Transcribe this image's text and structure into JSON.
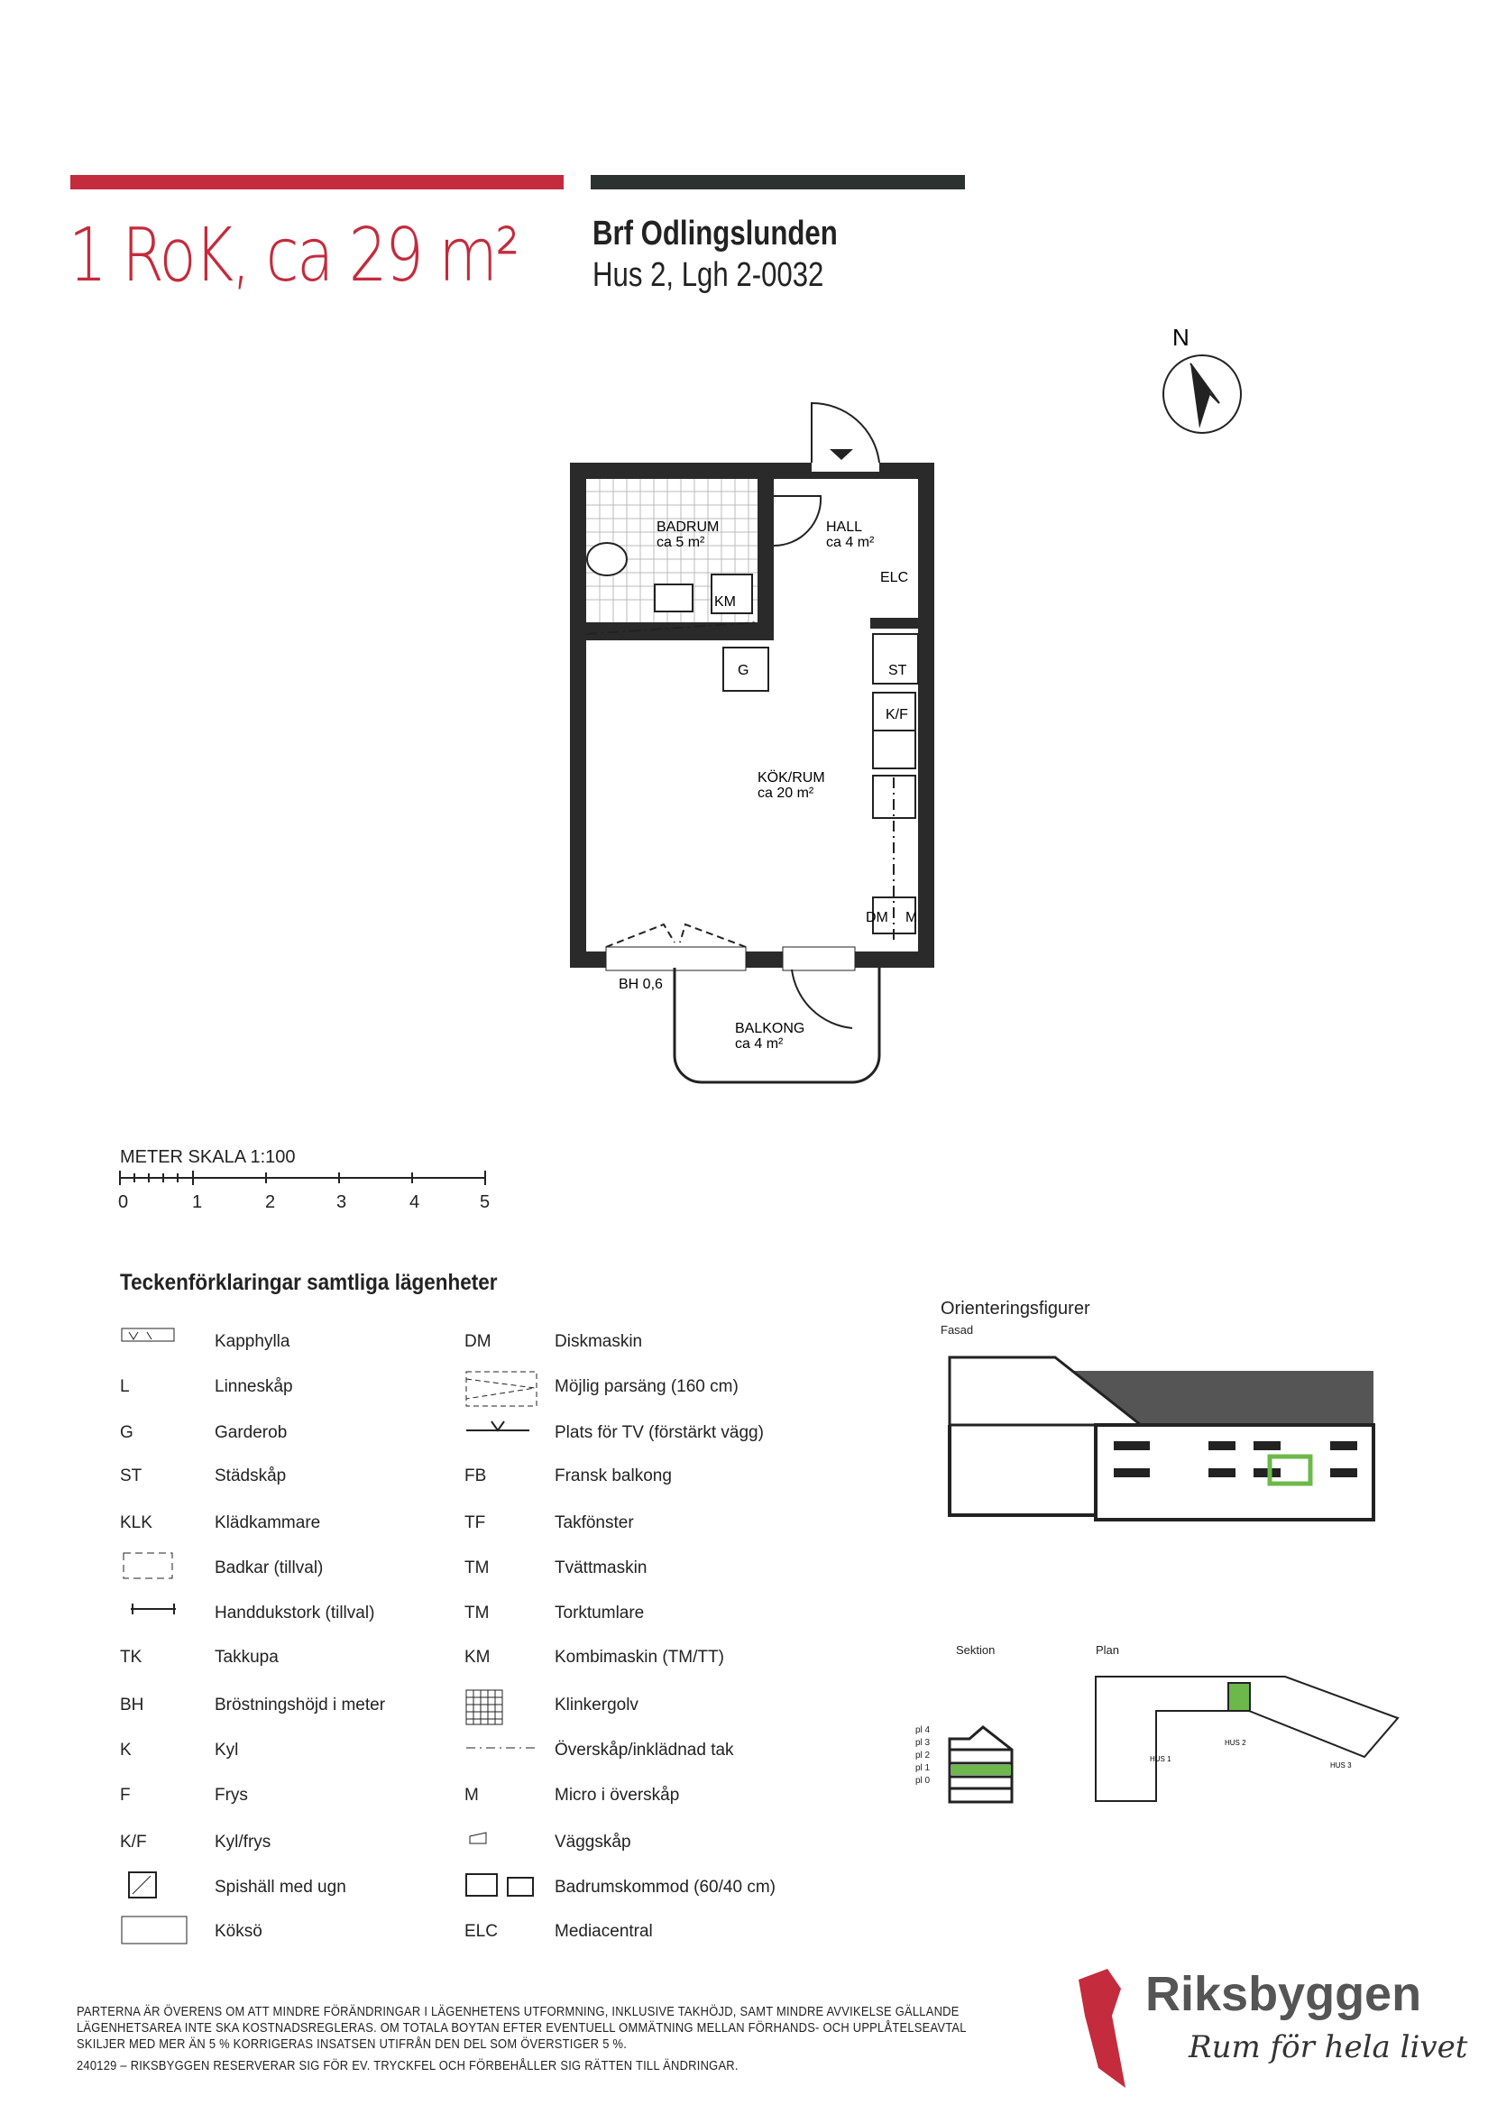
{
  "header": {
    "title": "1 RoK, ca 29 m²",
    "association": "Brf Odlingslunden",
    "unit": "Hus 2, Lgh 2-0032",
    "accent_color": "#c42b3c",
    "dark_color": "#2c3230"
  },
  "compass": {
    "label": "N"
  },
  "plan": {
    "rooms": [
      {
        "name": "BADRUM",
        "area": "ca 5 m²"
      },
      {
        "name": "HALL",
        "area": "ca 4 m²"
      },
      {
        "name": "KÖK/RUM",
        "area": "ca 20 m²"
      },
      {
        "name": "BALKONG",
        "area": "ca 4 m²"
      }
    ],
    "labels": {
      "km": "KM",
      "elc": "ELC",
      "g": "G",
      "st": "ST",
      "kf": "K/F",
      "dm": "DM",
      "m": "M",
      "bh": "BH 0,6"
    }
  },
  "scale": {
    "label": "METER  SKALA 1:100",
    "ticks": [
      "0",
      "1",
      "2",
      "3",
      "4",
      "5"
    ]
  },
  "legend": {
    "title": "Teckenförklaringar samtliga lägenheter",
    "left": [
      {
        "code": "",
        "icon": "kapphylla-icon",
        "label": "Kapphylla"
      },
      {
        "code": "L",
        "label": "Linneskåp"
      },
      {
        "code": "G",
        "label": "Garderob"
      },
      {
        "code": "ST",
        "label": "Städskåp"
      },
      {
        "code": "KLK",
        "label": "Klädkammare"
      },
      {
        "code": "",
        "icon": "badkar-icon",
        "label": "Badkar (tillval)"
      },
      {
        "code": "",
        "icon": "handdukstork-icon",
        "label": "Handdukstork (tillval)"
      },
      {
        "code": "TK",
        "label": "Takkupa"
      },
      {
        "code": "BH",
        "label": "Bröstningshöjd i meter"
      },
      {
        "code": "K",
        "label": "Kyl"
      },
      {
        "code": "F",
        "label": "Frys"
      },
      {
        "code": "K/F",
        "label": "Kyl/frys"
      },
      {
        "code": "",
        "icon": "spishall-icon",
        "label": "Spishäll med ugn"
      },
      {
        "code": "",
        "icon": "kokso-icon",
        "label": "Köksö"
      }
    ],
    "right": [
      {
        "code": "DM",
        "label": "Diskmaskin"
      },
      {
        "code": "",
        "icon": "parsang-icon",
        "label": "Möjlig parsäng (160 cm)"
      },
      {
        "code": "",
        "icon": "tv-icon",
        "label": "Plats för TV (förstärkt vägg)"
      },
      {
        "code": "FB",
        "label": "Fransk balkong"
      },
      {
        "code": "TF",
        "label": "Takfönster"
      },
      {
        "code": "TM",
        "label": "Tvättmaskin"
      },
      {
        "code": "TM",
        "label": "Torktumlare"
      },
      {
        "code": "KM",
        "label": "Kombimaskin (TM/TT)"
      },
      {
        "code": "",
        "icon": "klinker-icon",
        "label": "Klinkergolv"
      },
      {
        "code": "",
        "icon": "dashdot-icon",
        "label": "Överskåp/inklädnad tak"
      },
      {
        "code": "M",
        "label": "Micro i överskåp"
      },
      {
        "code": "",
        "icon": "vaggskap-icon",
        "label": "Väggskåp"
      },
      {
        "code": "",
        "icon": "badrumskommod-icon",
        "label": "Badrumskommod (60/40 cm)"
      },
      {
        "code": "ELC",
        "label": "Mediacentral"
      }
    ]
  },
  "orientation": {
    "title": "Orienteringsfigurer",
    "facade": "Fasad",
    "section": "Sektion",
    "plan": "Plan",
    "floors": [
      "pl 4",
      "pl 3",
      "pl 2",
      "pl 1",
      "pl 0"
    ],
    "current_floor": "pl 2",
    "houses": [
      "HUS 1",
      "HUS 2",
      "HUS 3"
    ],
    "highlight_color": "#6cb84a"
  },
  "footer": {
    "disclaimer": "Parterna är överens om att mindre förändringar i lägenhetens utformning, inklusive takhöjd, samt mindre avvikelse gällande lägenhetsarea inte ska kostnadsregleras. Om totala boytan efter eventuell ommätning mellan förhands- och upplåtelseavtal skiljer med mer än 5 % korrigeras insatsen utifrån den del som överstiger 5 %.",
    "note": "240129 – Riksbyggen reserverar sig för ev. tryckfel och förbehåller sig rätten till ändringar."
  },
  "logo": {
    "name": "Riksbyggen",
    "slogan": "Rum för hela livet"
  }
}
